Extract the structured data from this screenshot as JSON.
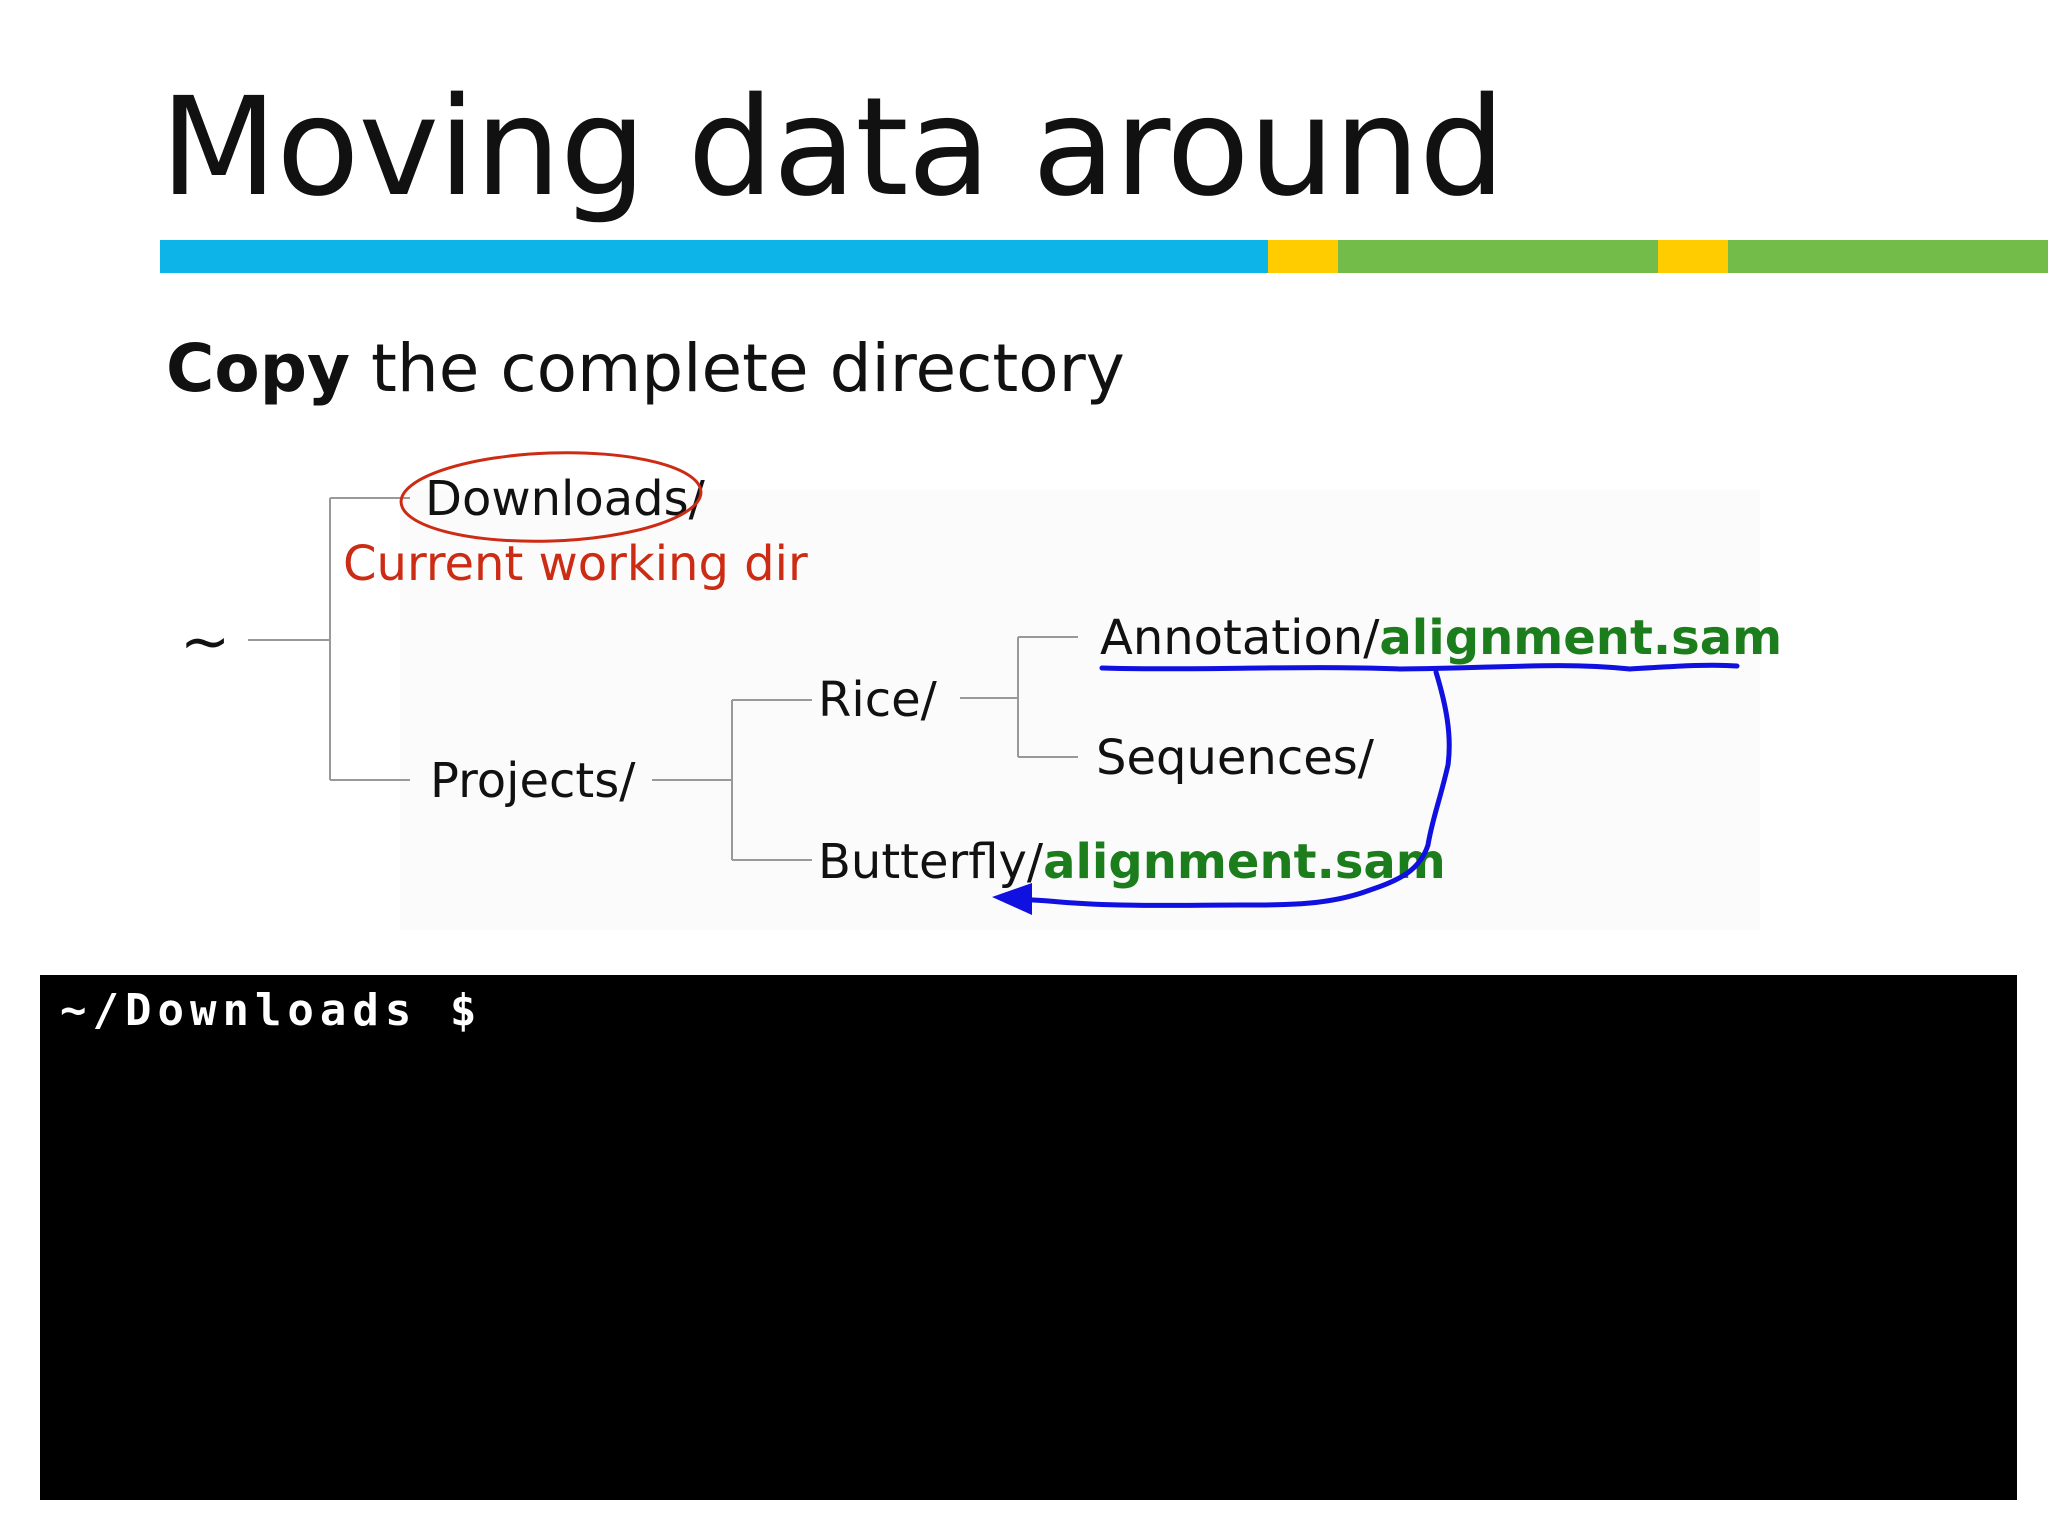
{
  "slide": {
    "title": "Moving data around",
    "subtitle_bold": "Copy",
    "subtitle_rest": " the complete directory"
  },
  "colors": {
    "bar_blue": "#0db4e8",
    "bar_yellow": "#ffcc00",
    "bar_green": "#74bc4a",
    "annotation_red": "#cc2b14",
    "annotation_blue": "#1010e0",
    "file_green": "#1b7d1b"
  },
  "tree": {
    "root": "~",
    "downloads": "Downloads/",
    "cwd_note": "Current working dir",
    "projects": "Projects/",
    "rice": "Rice/",
    "annotation_dir": "Annotation/",
    "annotation_file": "alignment.sam",
    "sequences": "Sequences/",
    "butterfly_dir": "Butterfly/",
    "butterfly_file": "alignment.sam"
  },
  "terminal": {
    "prompt": "~/Downloads $"
  }
}
